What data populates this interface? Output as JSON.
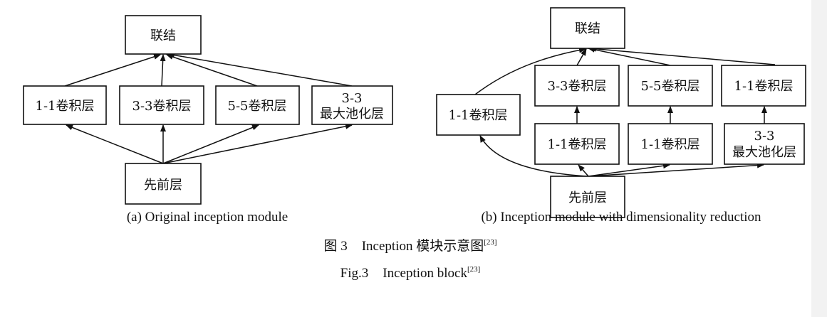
{
  "panel_a": {
    "caption": "(a) Original inception module",
    "nodes": {
      "concat": "联结",
      "conv1": "1-1卷积层",
      "conv3": "3-3卷积层",
      "conv5": "5-5卷积层",
      "pool_line1": "3-3",
      "pool_line2": "最大池化层",
      "prev": "先前层"
    }
  },
  "panel_b": {
    "caption": "(b) Inception module with dimensionality reduction",
    "nodes": {
      "concat": "联结",
      "left_conv1": "1-1卷积层",
      "conv3": "3-3卷积层",
      "conv5": "5-5卷积层",
      "pool_proj": "1-1卷积层",
      "reduce3": "1-1卷积层",
      "reduce5": "1-1卷积层",
      "pool_line1": "3-3",
      "pool_line2": "最大池化层",
      "prev": "先前层"
    }
  },
  "figure_caption": {
    "zh_prefix": "图 3",
    "zh_text": "Inception 模块示意图",
    "en_prefix": "Fig.3",
    "en_text": "Inception block",
    "ref": "[23]"
  }
}
